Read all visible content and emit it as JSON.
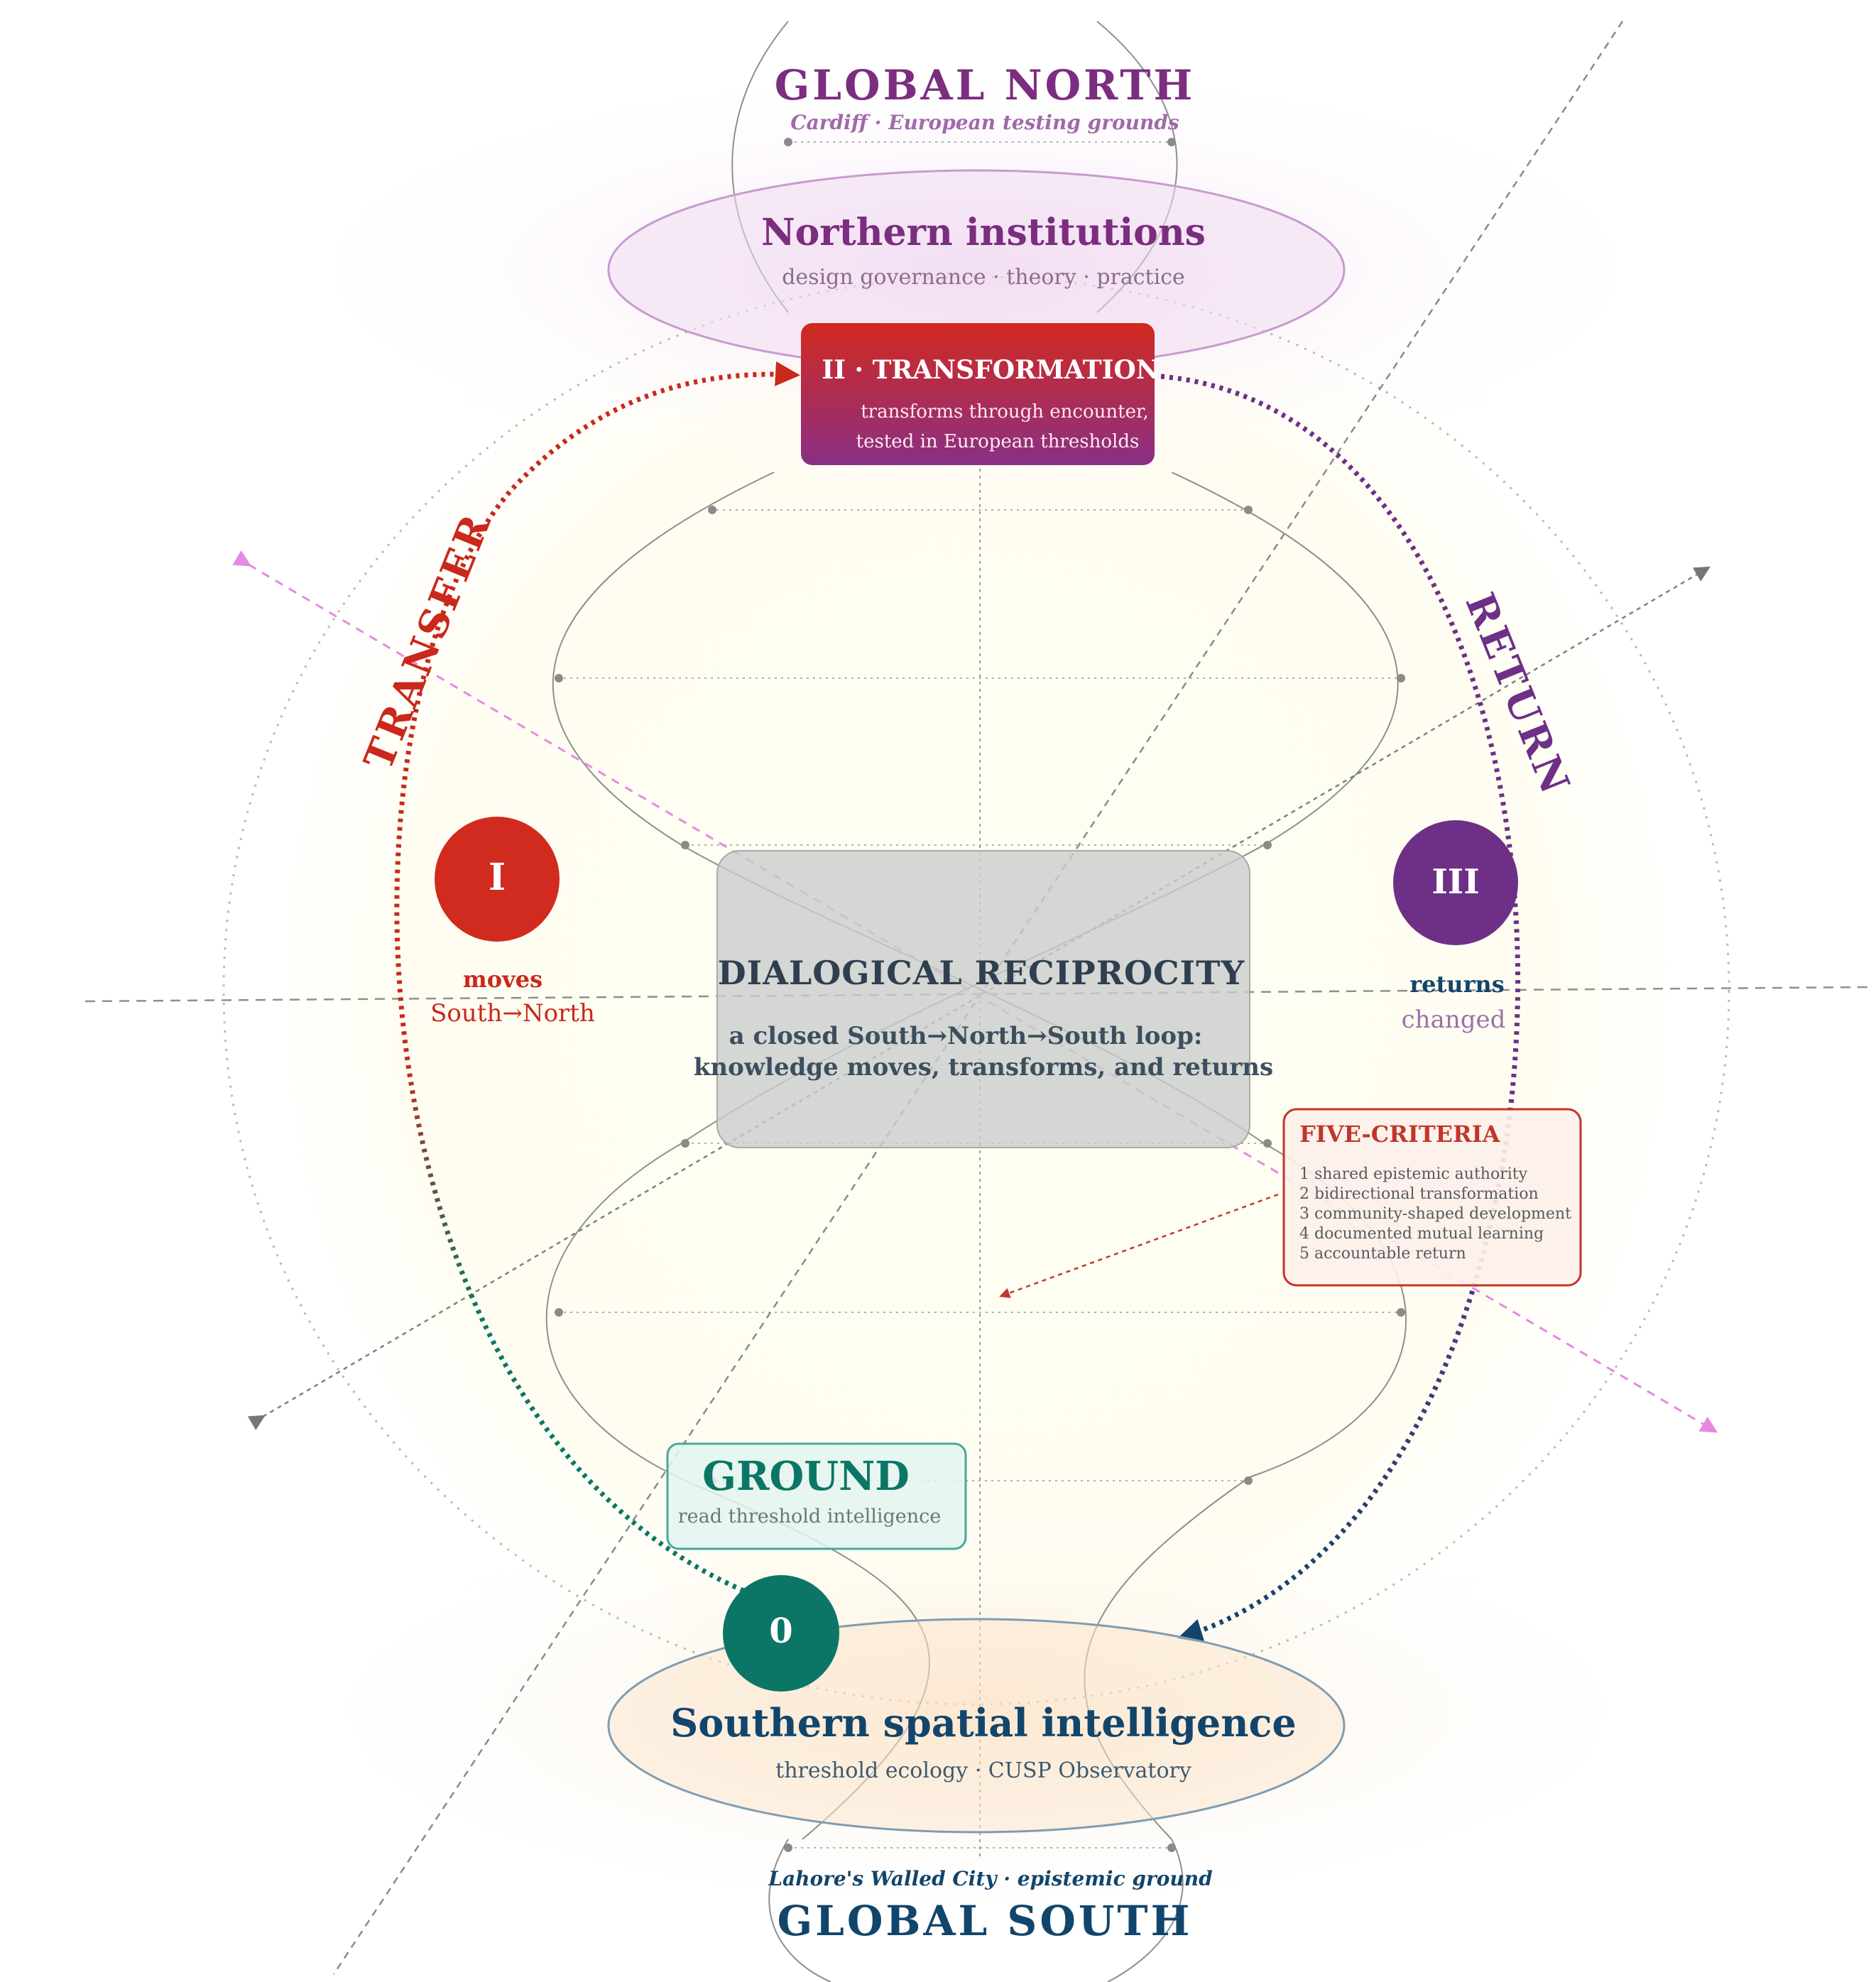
{
  "north": {
    "title": "GLOBAL NORTH",
    "subtitle": "Cardiff · European testing grounds",
    "institutions_title": "Northern institutions",
    "institutions_subtitle": "design governance · theory · practice"
  },
  "transformation": {
    "title": "II · TRANSFORMATION",
    "line1": "transforms through encounter,",
    "line2": "tested in European thresholds"
  },
  "arcs": {
    "transfer": "TRANSFER",
    "return": "RETURN"
  },
  "stage_one": {
    "numeral": "I",
    "label": "moves",
    "sublabel": "South→North"
  },
  "stage_three": {
    "numeral": "III",
    "label": "returns",
    "sublabel": "changed"
  },
  "center": {
    "title": "DIALOGICAL RECIPROCITY",
    "line1": "a closed South→North→South loop:",
    "line2": "knowledge moves, transforms, and returns"
  },
  "criteria": {
    "title": "FIVE-CRITERIA",
    "items": [
      "1 shared epistemic authority",
      "2 bidirectional transformation",
      "3 community-shaped development",
      "4 documented mutual learning",
      "5 accountable return"
    ]
  },
  "ground": {
    "title": "GROUND",
    "subtitle": "read threshold intelligence"
  },
  "stage_zero": {
    "numeral": "0"
  },
  "south": {
    "intelligence_title": "Southern spatial intelligence",
    "intelligence_subtitle": "threshold ecology · CUSP Observatory",
    "subtitle": "Lahore's Walled City · epistemic ground",
    "title": "GLOBAL SOUTH"
  },
  "colors": {
    "north_purple": "#7b2d7f",
    "transfer_red": "#c9281b",
    "return_purple": "#6e2f86",
    "ground_teal": "#0b7665",
    "south_navy": "#12456b",
    "criteria_red": "#c0372a",
    "center_text": "#2f3f4f",
    "pink_axis": "#e58ae0"
  }
}
